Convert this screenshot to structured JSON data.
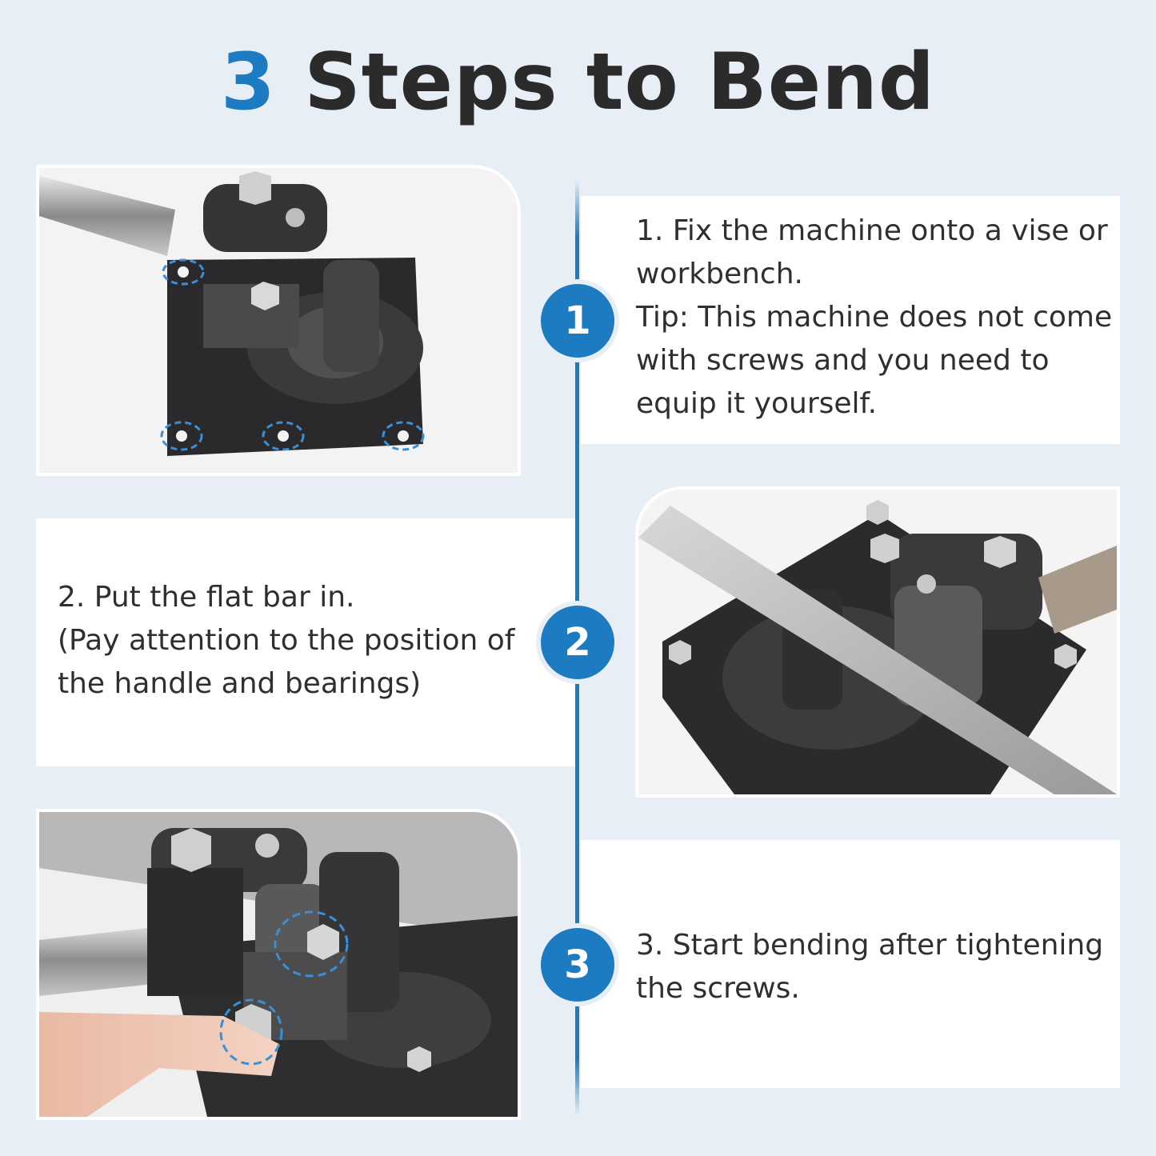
{
  "title": {
    "number": "3",
    "text": "Steps to Bend"
  },
  "steps": [
    {
      "badge": "1",
      "lines": [
        "1. Fix the machine onto a vise or",
        "workbench.",
        "Tip: This machine does not come",
        "with screws and you need to",
        "equip it yourself."
      ]
    },
    {
      "badge": "2",
      "lines": [
        "2. Put the flat bar in.",
        "(Pay attention to the position of",
        "the handle and bearings)"
      ]
    },
    {
      "badge": "3",
      "lines": [
        "3. Start bending after tightening",
        "the screws."
      ]
    }
  ],
  "colors": {
    "accent": "#1d7cc1",
    "text": "#2f2f2f",
    "background": "#e8eef6"
  }
}
